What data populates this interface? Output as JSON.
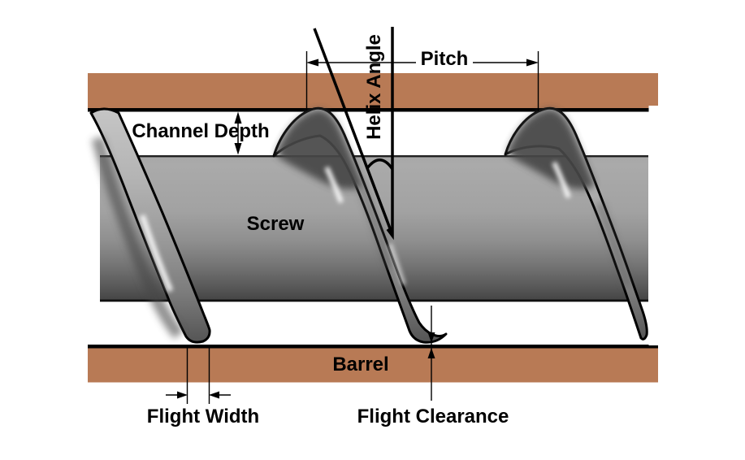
{
  "diagram": {
    "description": "Cross-section diagram of an extruder screw inside a barrel, annotating screw nomenclature",
    "labels": {
      "pitch": "Pitch",
      "helix_angle": "Helix Angle",
      "channel_depth": "Channel Depth",
      "screw": "Screw",
      "barrel": "Barrel",
      "flight_width": "Flight Width",
      "flight_clearance": "Flight Clearance"
    }
  },
  "colors": {
    "background": "#ffffff",
    "text": "#000000",
    "outline": "#000000",
    "barrel_fill": "#b87a55",
    "screw_light": "#a7a7a7",
    "screw_dark": "#424242",
    "flight_face_light": "#c6c6c6",
    "shadow_dark": "#474747"
  }
}
